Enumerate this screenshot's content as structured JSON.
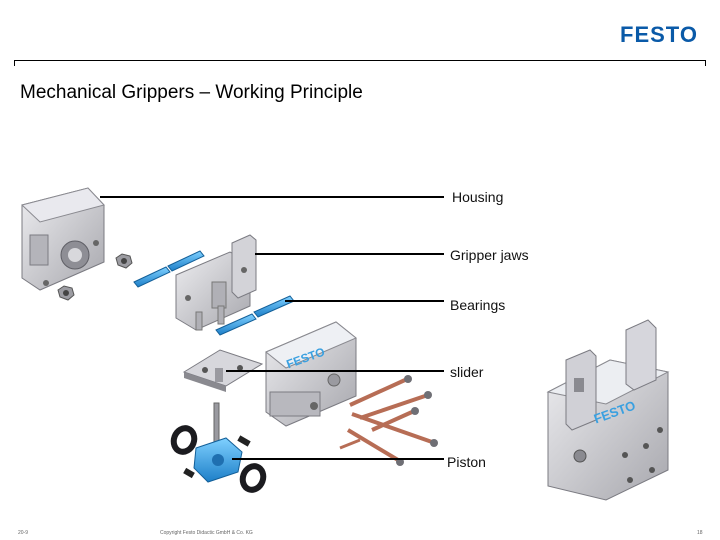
{
  "logo": {
    "text": "FESTO",
    "color": "#0a5aa8"
  },
  "slide": {
    "title": "Mechanical Grippers – Working Principle"
  },
  "labels": {
    "housing": "Housing",
    "jaws": "Gripper jaws",
    "bearings": "Bearings",
    "slider": "slider",
    "piston": "Piston"
  },
  "parts": {
    "slider_logo": "FESTO",
    "assembled_logo": "FESTO"
  },
  "footer": {
    "left": "20-9",
    "center": "Copyright Festo Didactic GmbH & Co. KG",
    "right": "18"
  },
  "colors": {
    "bearing_blue": "#3aa7e6",
    "rod_copper": "#b76d55",
    "part_grey": "#c8c8cc"
  }
}
